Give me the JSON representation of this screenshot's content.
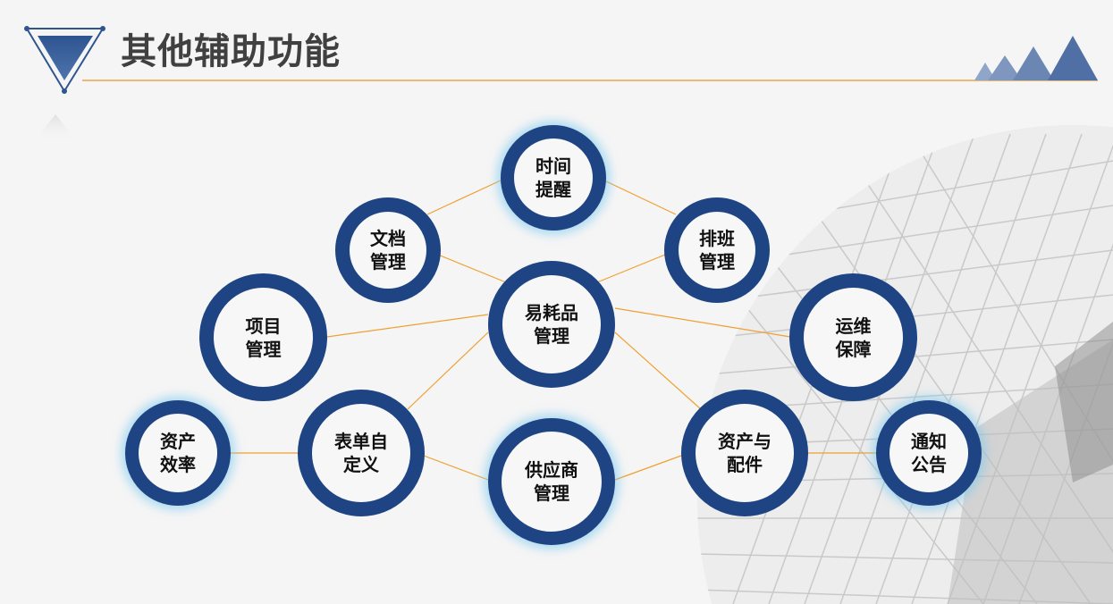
{
  "header": {
    "title": "其他辅助功能"
  },
  "colors": {
    "node_ring": "#1f4484",
    "connector": "#f0a030",
    "title_line": "#e5a84c",
    "glow": "#8fd0f0"
  },
  "nodes": {
    "center": {
      "line1": "易耗品",
      "line2": "管理"
    },
    "time_reminder": {
      "line1": "时间",
      "line2": "提醒"
    },
    "document": {
      "line1": "文档",
      "line2": "管理"
    },
    "schedule": {
      "line1": "排班",
      "line2": "管理"
    },
    "project": {
      "line1": "项目",
      "line2": "管理"
    },
    "maintenance": {
      "line1": "运维",
      "line2": "保障"
    },
    "asset_efficiency": {
      "line1": "资产",
      "line2": "效率"
    },
    "custom_form": {
      "line1": "表单自",
      "line2": "定义"
    },
    "supplier": {
      "line1": "供应商",
      "line2": "管理"
    },
    "asset_parts": {
      "line1": "资产与",
      "line2": "配件"
    },
    "notice": {
      "line1": "通知",
      "line2": "公告"
    }
  }
}
